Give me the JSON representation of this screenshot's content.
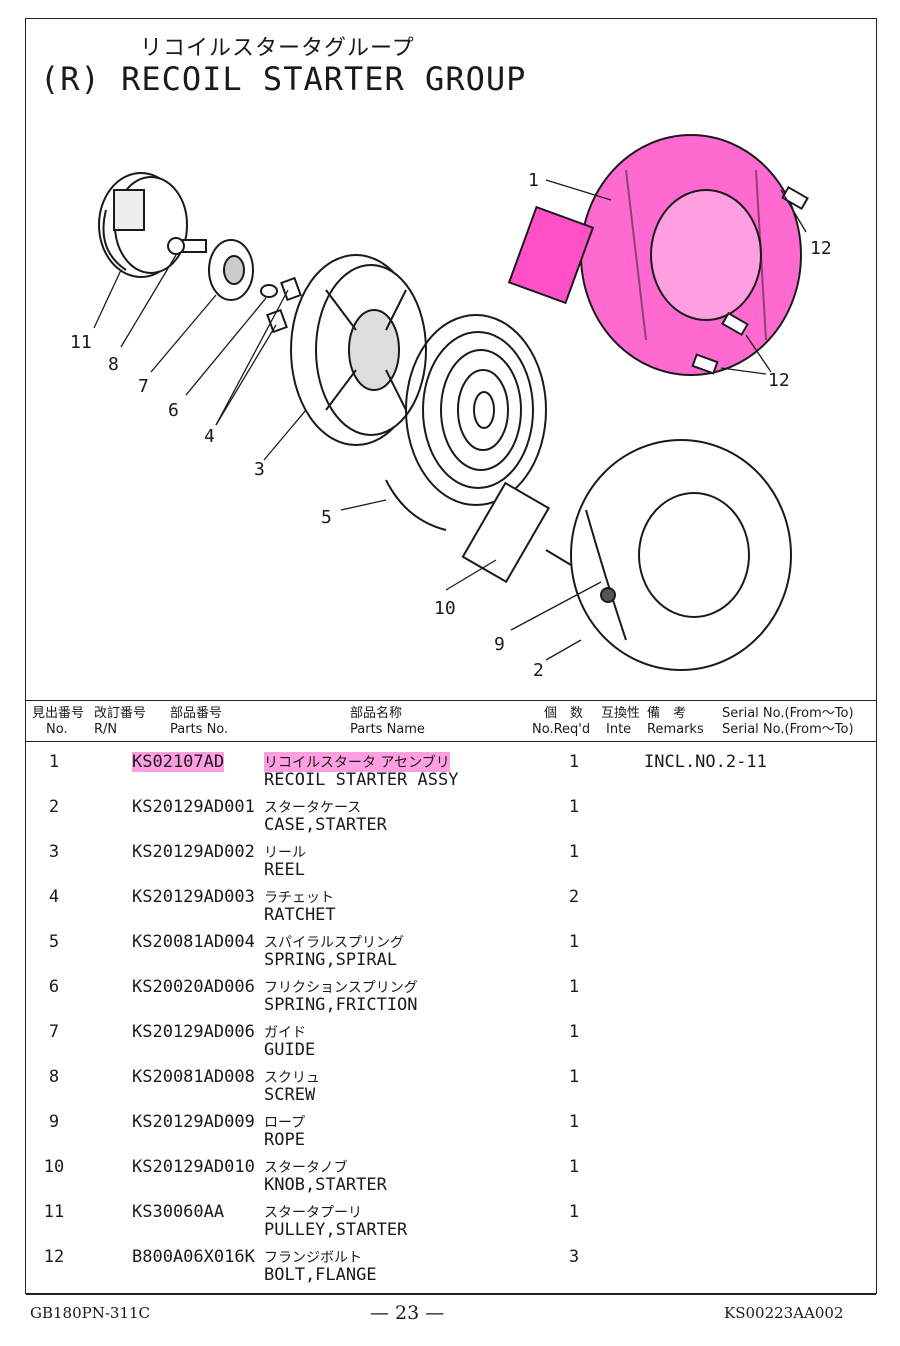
{
  "title": {
    "jp": "リコイルスタータグループ",
    "en": "(R) RECOIL STARTER GROUP"
  },
  "colors": {
    "highlight": "#ff50c8",
    "line": "#222222"
  },
  "diagram": {
    "callouts": [
      "1",
      "2",
      "3",
      "4",
      "5",
      "6",
      "7",
      "8",
      "9",
      "10",
      "11",
      "12",
      "12"
    ]
  },
  "table": {
    "headers": {
      "no_jp": "見出番号",
      "no_en": "No.",
      "rn_jp": "改訂番号",
      "rn_en": "R/N",
      "pn_jp": "部品番号",
      "pn_en": "Parts No.",
      "name_jp": "部品名称",
      "name_en": "Parts Name",
      "qty_jp": "個　数",
      "qty_en": "No.Req'd",
      "inte_jp": "互換性",
      "inte_en": "Inte",
      "rem_jp": "備　考",
      "rem_en": "Remarks",
      "serial_1": "Serial No.(From〜To)",
      "serial_2": "Serial No.(From〜To)"
    },
    "rows": [
      {
        "no": "1",
        "part_no": "KS02107AD",
        "name_jp": "リコイルスタータ アセンブリ",
        "name_en": "RECOIL STARTER ASSY",
        "qty": "1",
        "remarks": "INCL.NO.2-11"
      },
      {
        "no": "2",
        "part_no": "KS20129AD001",
        "name_jp": "スタータケース",
        "name_en": "CASE,STARTER",
        "qty": "1",
        "remarks": ""
      },
      {
        "no": "3",
        "part_no": "KS20129AD002",
        "name_jp": "リール",
        "name_en": "REEL",
        "qty": "1",
        "remarks": ""
      },
      {
        "no": "4",
        "part_no": "KS20129AD003",
        "name_jp": "ラチェット",
        "name_en": "RATCHET",
        "qty": "2",
        "remarks": ""
      },
      {
        "no": "5",
        "part_no": "KS20081AD004",
        "name_jp": "スパイラルスプリング",
        "name_en": "SPRING,SPIRAL",
        "qty": "1",
        "remarks": ""
      },
      {
        "no": "6",
        "part_no": "KS20020AD006",
        "name_jp": "フリクションスプリング",
        "name_en": "SPRING,FRICTION",
        "qty": "1",
        "remarks": ""
      },
      {
        "no": "7",
        "part_no": "KS20129AD006",
        "name_jp": "ガイド",
        "name_en": "GUIDE",
        "qty": "1",
        "remarks": ""
      },
      {
        "no": "8",
        "part_no": "KS20081AD008",
        "name_jp": "スクリュ",
        "name_en": "SCREW",
        "qty": "1",
        "remarks": ""
      },
      {
        "no": "9",
        "part_no": "KS20129AD009",
        "name_jp": "ロープ",
        "name_en": "ROPE",
        "qty": "1",
        "remarks": ""
      },
      {
        "no": "10",
        "part_no": "KS20129AD010",
        "name_jp": "スタータノブ",
        "name_en": "KNOB,STARTER",
        "qty": "1",
        "remarks": ""
      },
      {
        "no": "11",
        "part_no": "KS30060AA",
        "name_jp": "スタータプーリ",
        "name_en": "PULLEY,STARTER",
        "qty": "1",
        "remarks": ""
      },
      {
        "no": "12",
        "part_no": "B800A06X016K",
        "name_jp": "フランジボルト",
        "name_en": "BOLT,FLANGE",
        "qty": "3",
        "remarks": ""
      }
    ]
  },
  "footer": {
    "left": "GB180PN-311C",
    "page": "— 23 —",
    "right": "KS00223AA002"
  }
}
